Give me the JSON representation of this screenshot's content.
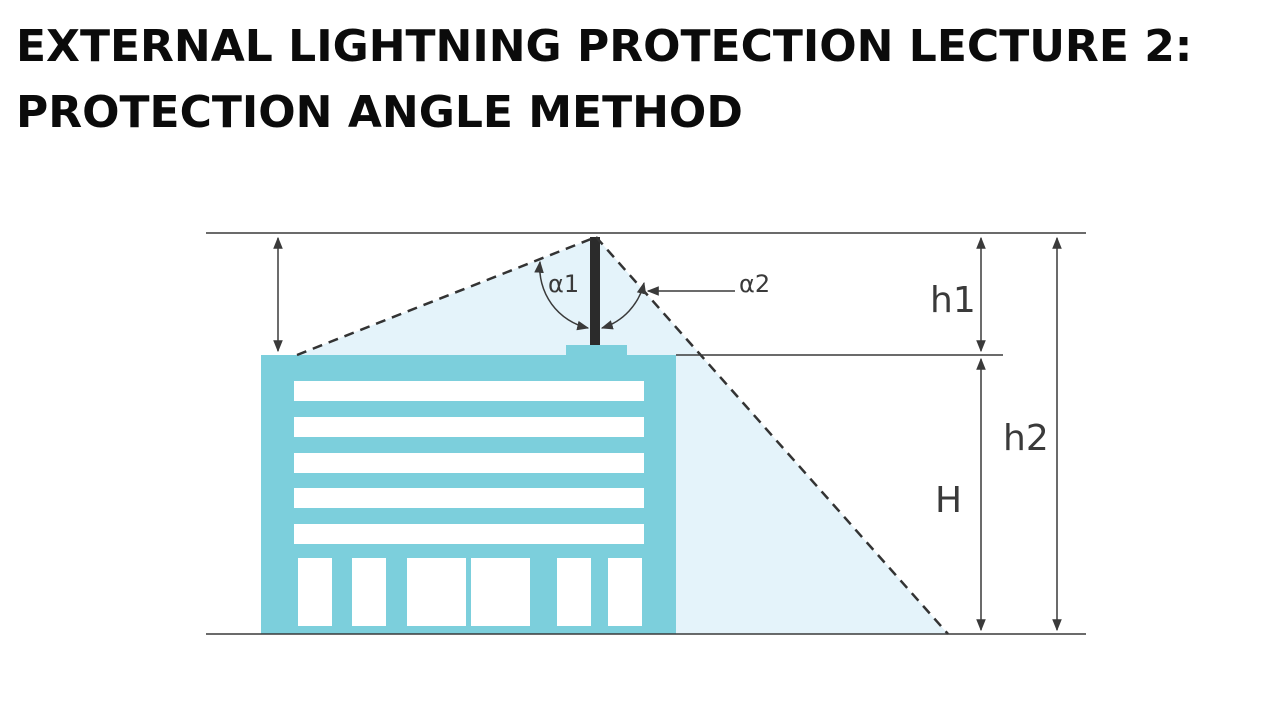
{
  "title": {
    "line1": "EXTERNAL LIGHTNING PROTECTION LECTURE 2:",
    "line2": "PROTECTION ANGLE METHOD"
  },
  "diagram": {
    "labels": {
      "alpha1": "α1",
      "alpha2": "α2",
      "h1": "h1",
      "h2": "h2",
      "H": "H"
    },
    "colors": {
      "building": "#7ccfdc",
      "protection_zone": "#e4f3fa",
      "window": "#ffffff",
      "rod": "#2b2b2b",
      "dimension_line": "#3a3a3a",
      "dashed_boundary": "#333333"
    }
  }
}
